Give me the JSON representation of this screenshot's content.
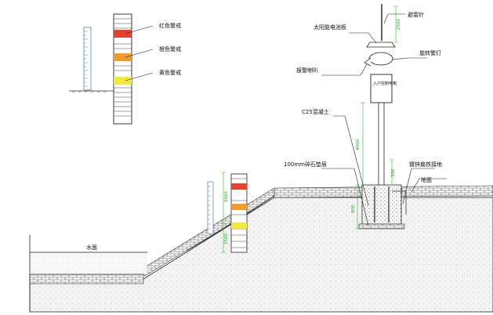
{
  "colors": {
    "red_band": "#e8412c",
    "orange_band": "#f39a2b",
    "yellow_band": "#f2e93b",
    "dimension_line": "#2dbb2d",
    "gauge_blue": "#5b7fb0"
  },
  "legend": {
    "red": "红色警戒",
    "orange": "橙色警戒",
    "yellow": "黄色警戒"
  },
  "labels": {
    "lightning_rod": "避雷针",
    "solar_panel": "太阳能电池板",
    "rotating_beacon": "旋转警灯",
    "alarm_horn": "报警喇叭",
    "control_box": "入户控制电箱",
    "concrete": "C25混凝土",
    "gravel_layer": "100mm碎石垫层",
    "galvanized_ground": "镀锌扁铁接地",
    "ground_surface": "地面",
    "water_surface": "水面"
  },
  "dimensions": {
    "rod_height": "2500",
    "pole_height": "4000",
    "gauge_top": "2000",
    "gauge_bottom": "1500",
    "footing_top": "300",
    "footing_depth": "800"
  }
}
